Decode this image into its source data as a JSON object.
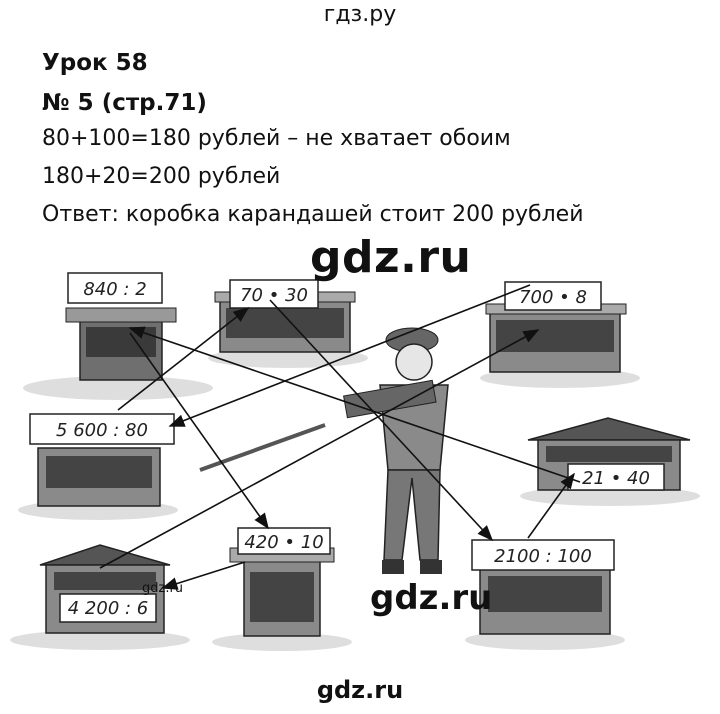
{
  "site_header": "гдз.ру",
  "lesson": "Урок 58",
  "task": "№ 5 (стр.71)",
  "lines": [
    "80+100=180 рублей – не хватает обоим",
    "180+20=200 рублей",
    "Ответ: коробка карандашей стоит 200 рублей"
  ],
  "watermarks": {
    "big": "gdz.ru",
    "mid": "gdz.ru",
    "small": "gdz.ru",
    "bottom": "gdz.ru"
  },
  "kiosks": [
    "840 : 2",
    "70 • 30",
    "700 • 8",
    "5 600 : 80",
    "21 • 40",
    "420 • 10",
    "4 200 : 6",
    "2100 : 100"
  ]
}
